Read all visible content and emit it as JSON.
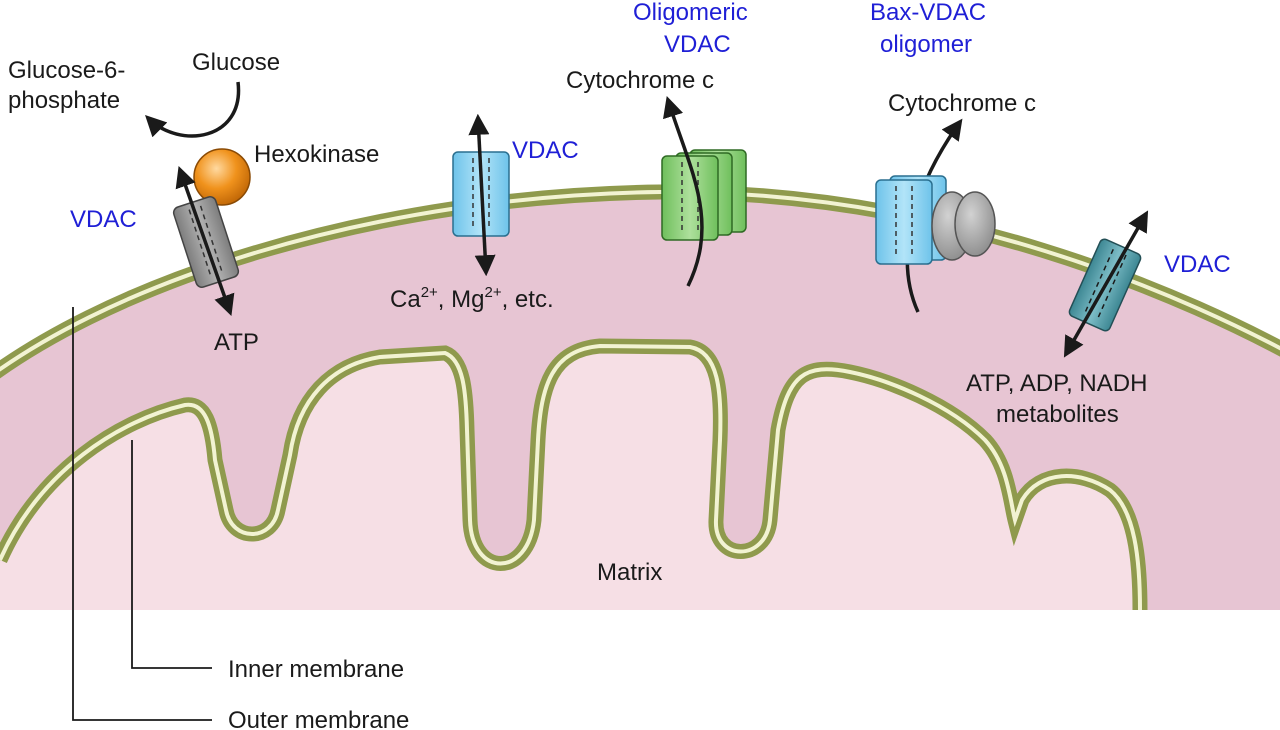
{
  "labels": {
    "glucose6p_line1": "Glucose-6-",
    "glucose6p_line2": "phosphate",
    "glucose": "Glucose",
    "hexokinase": "Hexokinase",
    "vdac_left": "VDAC",
    "atp": "ATP",
    "vdac_center": "VDAC",
    "ions_ca": "Ca",
    "ions_ca_sup": "2+",
    "ions_mg": ", Mg",
    "ions_mg_sup": "2+",
    "ions_etc": ", etc.",
    "oligomeric_line1": "Oligomeric",
    "oligomeric_line2": "VDAC",
    "cyt_c_1": "Cytochrome c",
    "bax_line1": "Bax-VDAC",
    "bax_line2": "oligomer",
    "cyt_c_2": "Cytochrome c",
    "vdac_right": "VDAC",
    "metab_line1": "ATP, ADP, NADH",
    "metab_line2": "metabolites",
    "matrix": "Matrix",
    "inner_membrane": "Inner membrane",
    "outer_membrane": "Outer membrane"
  },
  "colors": {
    "membrane": "#8f9a4d",
    "membrane_core": "#f2f3d2",
    "intermembrane": "#e7c5d3",
    "matrix": "#f6dfe5",
    "vdac_gray": "#9a9a9a",
    "vdac_blue": "#8fd3f1",
    "vdac_green": "#8ed07a",
    "vdac_teal": "#4f9aa6",
    "hexokinase": "#f0921c",
    "bax": "#a8a8a8",
    "label_blue": "#1f1fd6"
  }
}
